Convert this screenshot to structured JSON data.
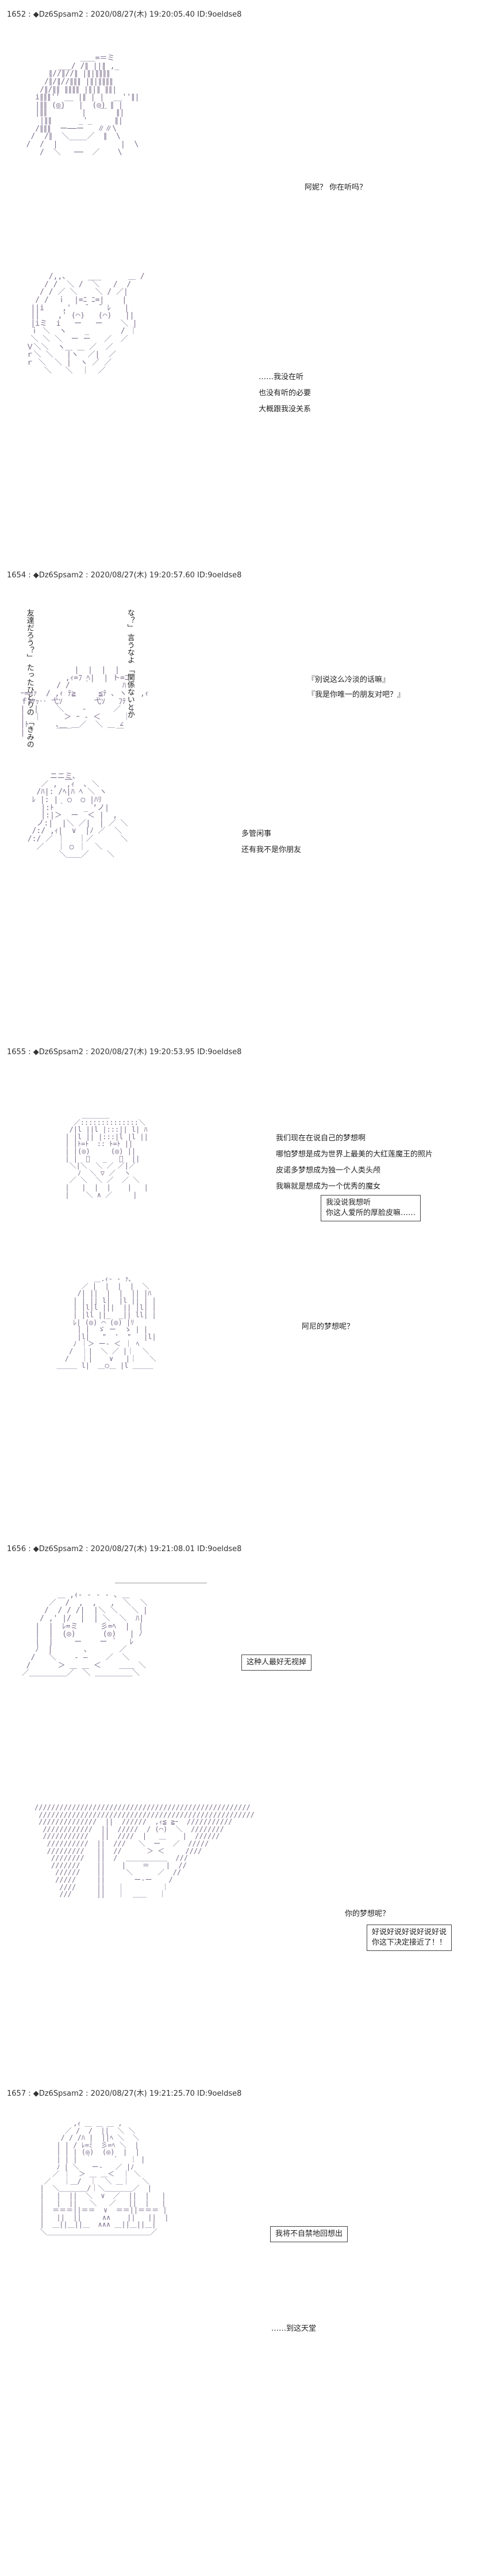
{
  "posts": [
    {
      "header": "1652 : ◆Dz6Spsam2 : 2020/08/27(木) 19:20:05.40 ID:9oeldse8",
      "lines": [
        "阿妮？ 你在听吗？",
        "……我没在听",
        "也没有听的必要",
        "大概跟我没关系"
      ]
    },
    {
      "header": "1654 : ◆Dz6Spsam2 : 2020/08/27(木) 19:20:57.60 ID:9oeldse8",
      "vertical_left": [
        "「きみの",
        "たったひとりの",
        "友達だろう？」"
      ],
      "vertical_right": [
        "「関係ないとか",
        "言うなよ",
        "な？」"
      ],
      "lines": [
        "『别说这么冷淡的话嘛』",
        "『我是你唯一的朋友对吧？』",
        "多管闲事",
        "还有我不是你朋友"
      ]
    },
    {
      "header": "1655 : ◆Dz6Spsam2 : 2020/08/27(木) 19:20:53.95 ID:9oeldse8",
      "lines": [
        "我们现在在说自己的梦想啊",
        "哪怕梦想是成为世界上最美的大红莲魔王的照片",
        "皮诺多梦想成为独一个人类头颅",
        "我嘛就是想成为一个优秀的魔女",
        "阿尼的梦想呢？"
      ],
      "box": [
        "我没说我想听",
        "你这人爱所的厚脸皮嘛……"
      ]
    },
    {
      "header": "1656 : ◆Dz6Spsam2 : 2020/08/27(木) 19:21:08.01 ID:9oeldse8",
      "lines": [
        "你的梦想呢？"
      ],
      "box1": [
        "这种人最好无视掉"
      ],
      "box2": [
        "好说好说好说好说好说",
        "你这下决定接近了！！"
      ]
    },
    {
      "header": "1657 : ◆Dz6Spsam2 : 2020/08/27(木) 19:21:25.70 ID:9oeldse8",
      "lines": [
        "……到这天堂"
      ],
      "box": [
        "我将不自禁地回想出"
      ]
    }
  ]
}
